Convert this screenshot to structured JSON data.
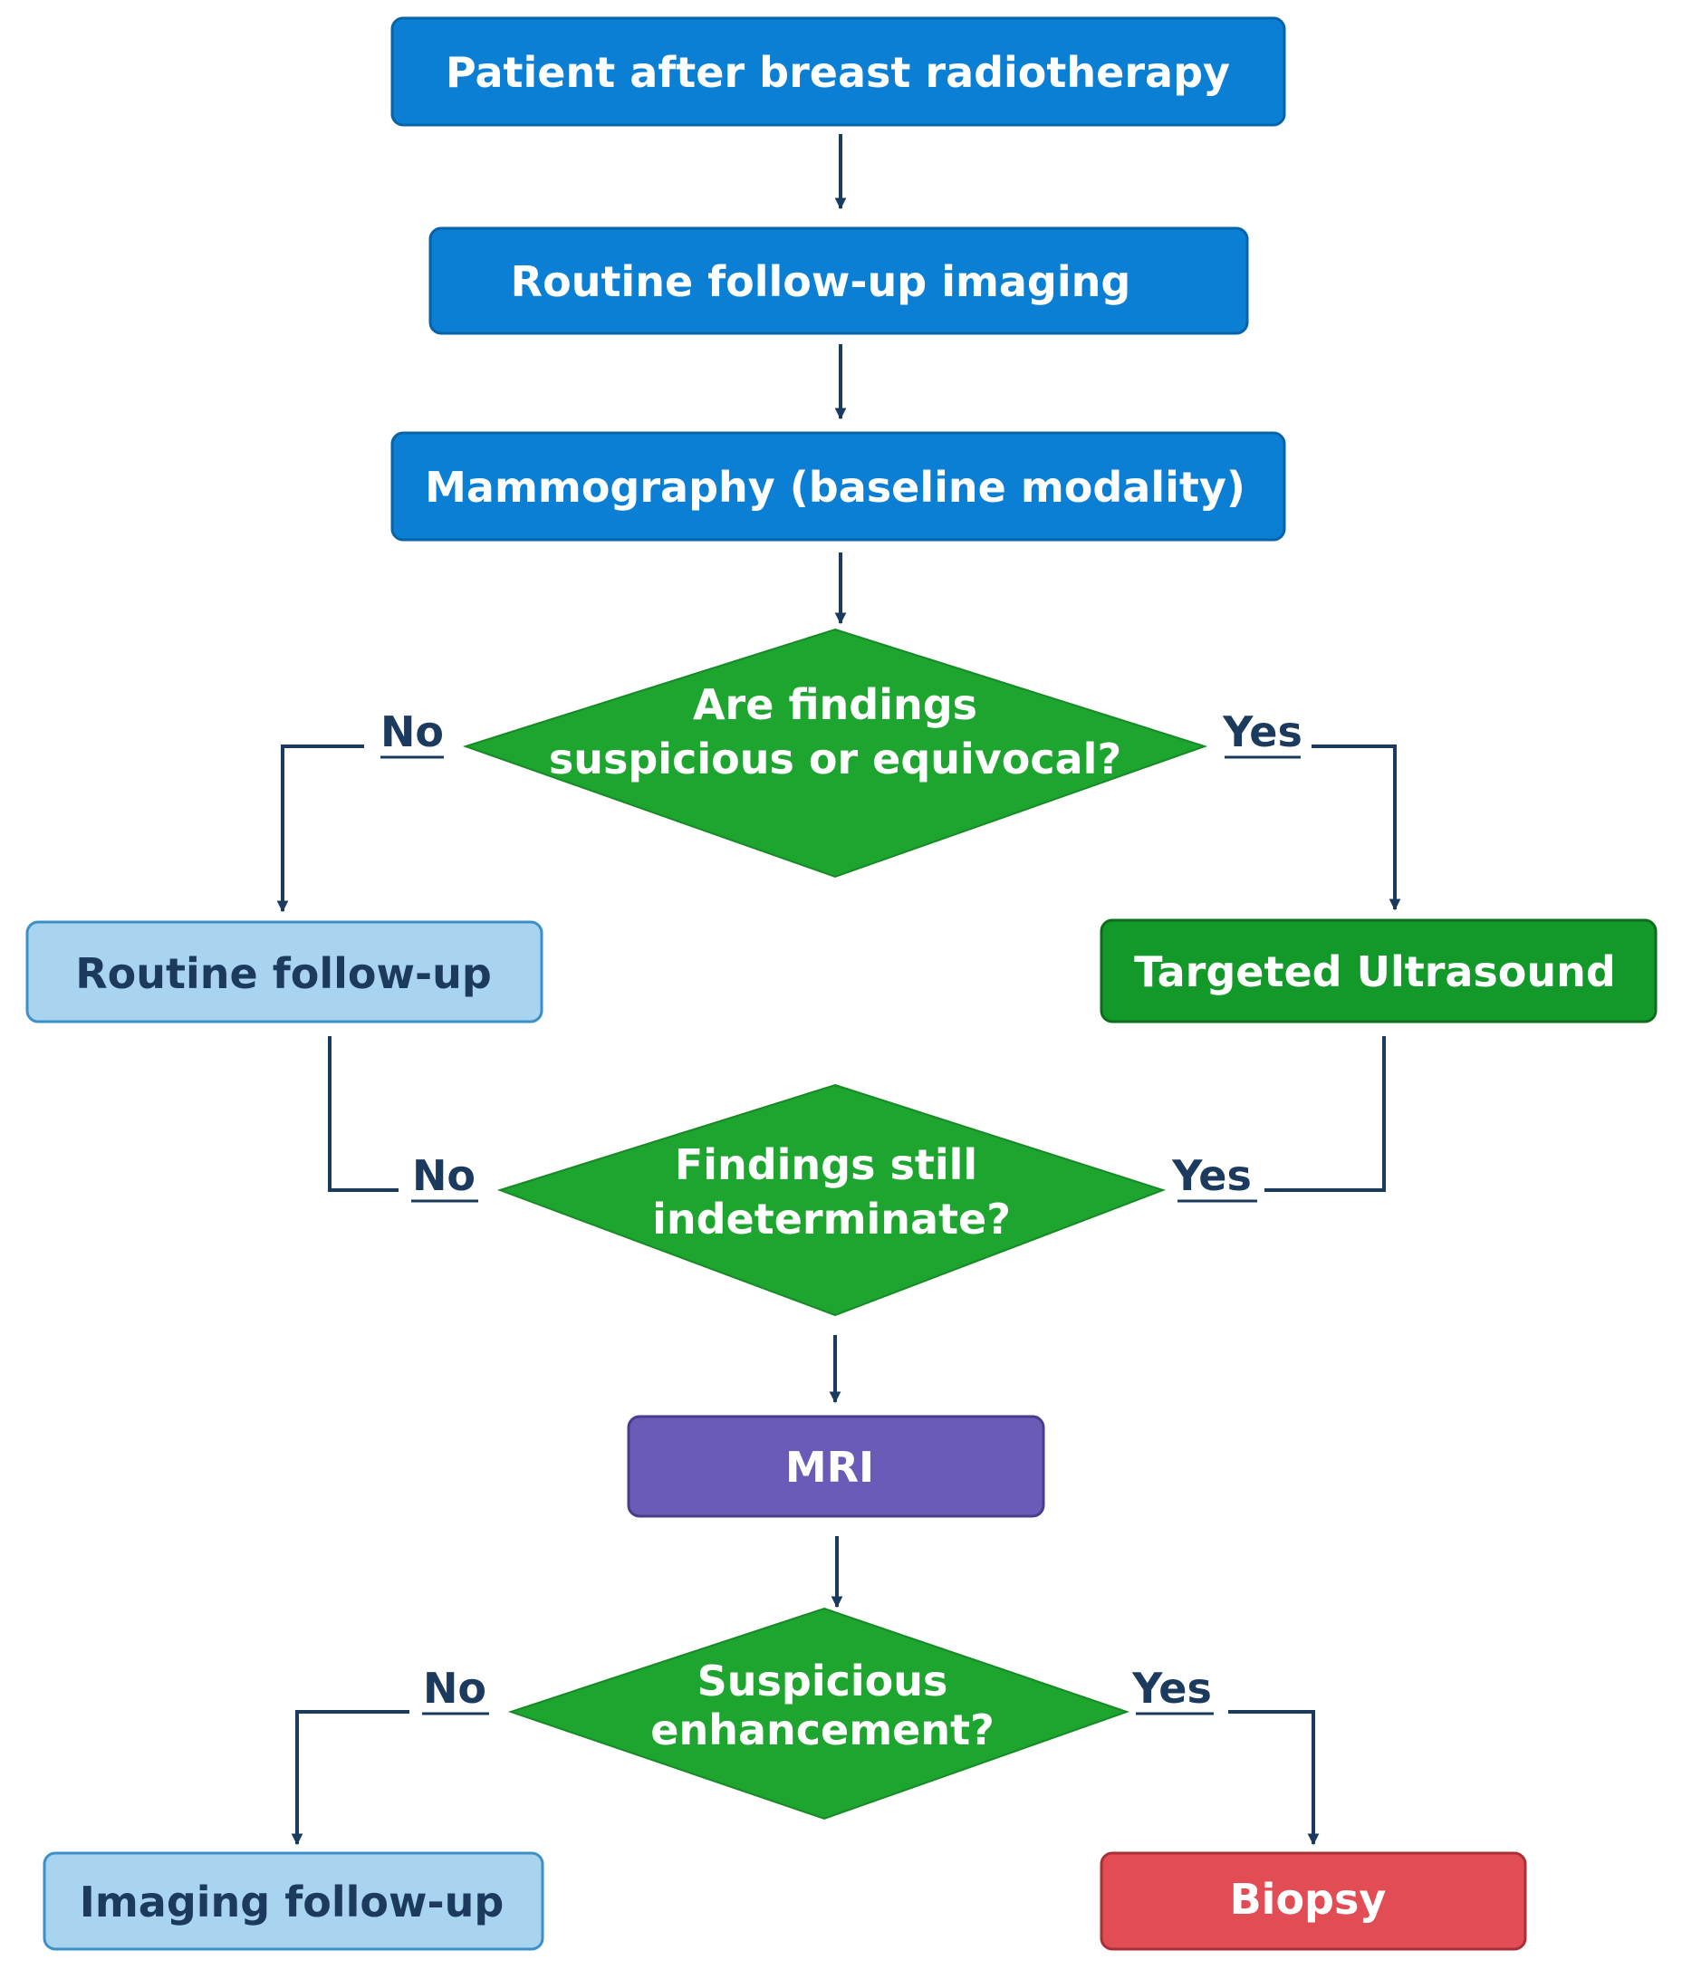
{
  "colors": {
    "blue_box": "#0a7fd4",
    "blue_box_border": "#0863a8",
    "light_box": "#a8d4f0",
    "light_box_border": "#3c8fc8",
    "green_box": "#13982a",
    "green_box_border": "#0c6e1d",
    "diamond": "#1ea52f",
    "mri_box": "#6a5bb8",
    "mri_box_border": "#4a3c8c",
    "biopsy_box": "#e24c55",
    "biopsy_box_border": "#a83036",
    "arrow": "#1b3a5e",
    "light_text": "#ffffff",
    "dark_text": "#1b3a5e"
  },
  "nodes": {
    "start": "Patient after breast radiotherapy",
    "followup_imaging": "Routine follow-up imaging",
    "mammography": "Mammography (baseline modality)",
    "decision1_line1": "Are findings",
    "decision1_line2": "suspicious or equivocal?",
    "routine_followup": "Routine follow-up",
    "ultrasound": "Targeted Ultrasound",
    "decision2_line1": "Findings still",
    "decision2_line2": "indeterminate?",
    "mri": "MRI",
    "decision3_line1": "Suspicious",
    "decision3_line2": "enhancement?",
    "imaging_followup": "Imaging follow-up",
    "biopsy": "Biopsy"
  },
  "labels": {
    "d1_no": "No",
    "d1_yes": "Yes",
    "d2_no": "No",
    "d2_yes": "Yes",
    "d3_no": "No",
    "d3_yes": "Yes"
  }
}
